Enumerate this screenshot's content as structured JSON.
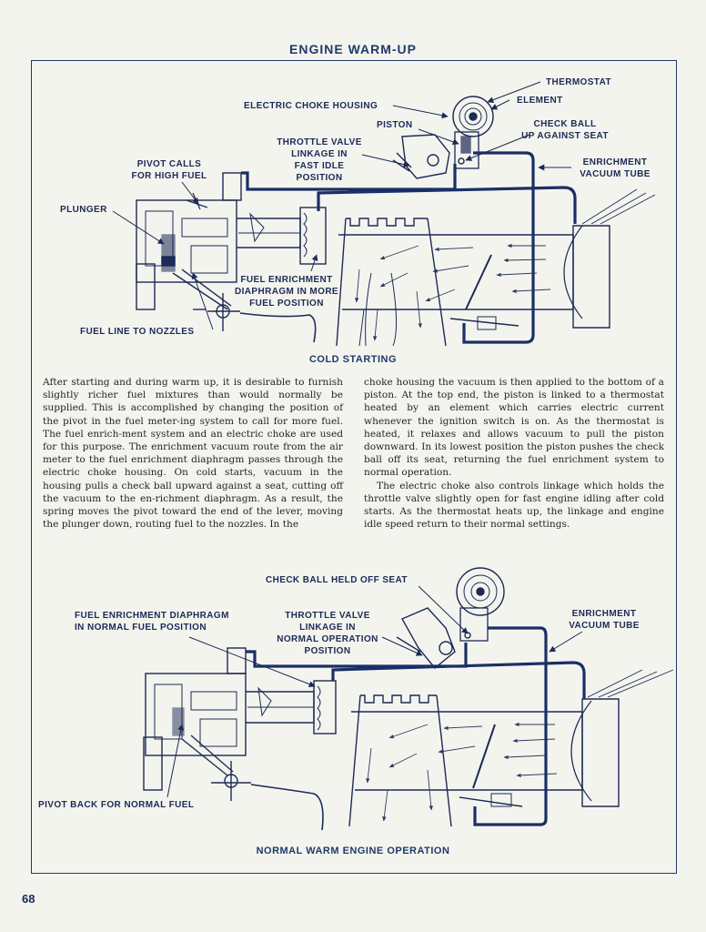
{
  "page": {
    "title": "ENGINE WARM-UP",
    "page_number": "68"
  },
  "figure_top": {
    "caption": "COLD STARTING",
    "labels": {
      "thermostat": "THERMOSTAT",
      "element": "ELEMENT",
      "electric_choke_housing": "ELECTRIC CHOKE HOUSING",
      "piston": "PISTON",
      "check_ball": [
        "CHECK BALL",
        "UP AGAINST SEAT"
      ],
      "throttle_valve": [
        "THROTTLE VALVE",
        "LINKAGE IN",
        "FAST IDLE",
        "POSITION"
      ],
      "pivot_calls": [
        "PIVOT CALLS",
        "FOR HIGH FUEL"
      ],
      "enrichment_vacuum_tube": [
        "ENRICHMENT",
        "VACUUM TUBE"
      ],
      "plunger": "PLUNGER",
      "fuel_enrichment_diaphragm": [
        "FUEL ENRICHMENT",
        "DIAPHRAGM IN MORE",
        "FUEL POSITION"
      ],
      "fuel_line_to_nozzles": "FUEL LINE TO NOZZLES"
    }
  },
  "body_text": {
    "left": "After starting and during warm up, it is desirable to furnish slightly richer fuel mixtures than would normally be supplied. This is accomplished by changing the position of the pivot in the fuel meter-ing system to call for more fuel. The fuel enrich-ment system and an electric choke are used for this purpose. The enrichment vacuum route from the air meter to the fuel enrichment diaphragm passes through the electric choke housing. On cold starts, vacuum in the housing pulls a check ball upward against a seat, cutting off the vacuum to the en-richment diaphragm. As a result, the spring moves the pivot toward the end of the lever, moving the plunger down, routing fuel to the nozzles. In the",
    "right_p1": "choke housing the vacuum is then applied to the bottom of a piston. At the top end, the piston is linked to a thermostat heated by an element which carries electric current whenever the ignition switch is on. As the thermostat is heated, it relaxes and allows vacuum to pull the piston downward. In its lowest position the piston pushes the check ball off its seat, returning the fuel enrichment system to normal operation.",
    "right_p2": "The electric choke also controls linkage which holds the throttle valve slightly open for fast engine idling after cold starts. As the thermostat heats up, the linkage and engine idle speed return to their normal settings."
  },
  "figure_bottom": {
    "caption": "NORMAL WARM ENGINE OPERATION",
    "labels": {
      "check_ball_held_off_seat": "CHECK BALL HELD OFF SEAT",
      "fuel_enrichment_diaphragm": [
        "FUEL ENRICHMENT DIAPHRAGM",
        "IN NORMAL FUEL POSITION"
      ],
      "throttle_valve": [
        "THROTTLE VALVE",
        "LINKAGE IN",
        "NORMAL OPERATION",
        "POSITION"
      ],
      "enrichment_vacuum_tube": [
        "ENRICHMENT",
        "VACUUM TUBE"
      ],
      "pivot_back": "PIVOT BACK FOR NORMAL FUEL"
    }
  },
  "colors": {
    "ink": "#1c2a55",
    "tube": "#1a2f66",
    "paper": "#f4f4ef"
  }
}
